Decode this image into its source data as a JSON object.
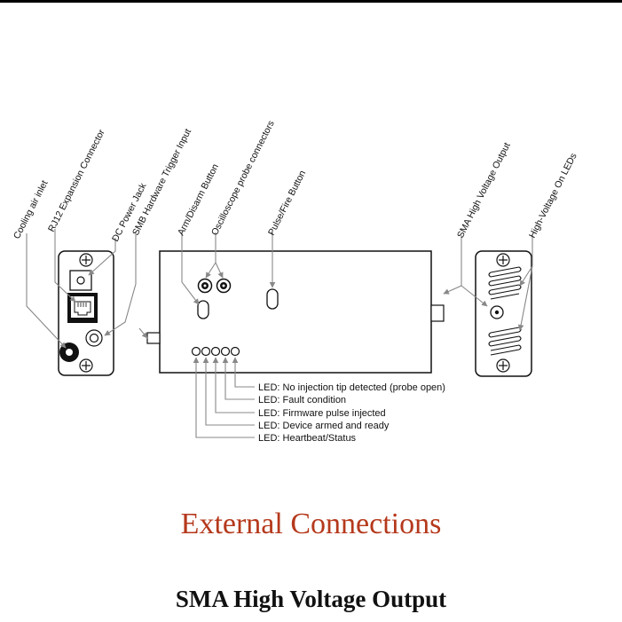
{
  "diagram": {
    "labels": {
      "cooling_air_inlet": "Cooling air inlet",
      "rj12": "RJ12 Expansion Connector",
      "dc_power": "DC Power Jack",
      "smb_trigger": "SMB Hardware Trigger Input",
      "arm_disarm": "Arm/Disarm Button",
      "scope_probes": "Oscilloscope probe connectors",
      "pulse_fire": "Pulse/Fire Button",
      "sma_output": "SMA High Voltage Output",
      "hv_leds": "High-Voltage On LEDs"
    },
    "leds": [
      "LED: No injection tip detected (probe open)",
      "LED: Fault condition",
      "LED: Firmware pulse injected",
      "LED: Device armed and ready",
      "LED: Heartbeat/Status"
    ]
  },
  "headings": {
    "section": "External Connections",
    "subsection": "SMA High Voltage Output"
  },
  "colors": {
    "section_heading": "#b5391c",
    "text": "#111111",
    "leader_lines": "#888888"
  }
}
